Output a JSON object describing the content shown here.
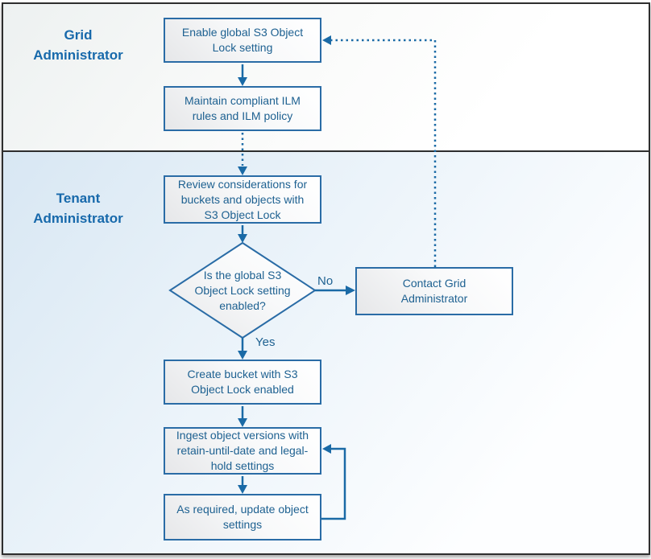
{
  "theme": {
    "line_blue": "#1a6aa6",
    "shape_border_blue": "#2a6ca6",
    "text_blue": "#1e6191",
    "lane_label_blue": "#1769ab",
    "frame_border": "#2e2e2e"
  },
  "lanes": {
    "grid": {
      "label": "Grid Administrator"
    },
    "tenant": {
      "label": "Tenant Administrator"
    }
  },
  "nodes": {
    "enable_lock": {
      "type": "process",
      "label": "Enable global S3 Object Lock setting"
    },
    "maintain_ilm": {
      "type": "process",
      "label": "Maintain compliant ILM rules and ILM policy"
    },
    "review_considerations": {
      "type": "process",
      "label": "Review considerations for buckets and objects with S3 Object Lock"
    },
    "lock_enabled_decision": {
      "type": "decision",
      "label": "Is the global S3 Object Lock setting enabled?"
    },
    "contact_grid_admin": {
      "type": "process",
      "label": "Contact Grid Administrator"
    },
    "create_bucket": {
      "type": "process",
      "label": "Create bucket with S3 Object Lock enabled"
    },
    "ingest_objects": {
      "type": "process",
      "label": "Ingest object versions with retain-until-date and legal-hold settings"
    },
    "update_settings": {
      "type": "process",
      "label": "As required, update object settings"
    }
  },
  "edge_labels": {
    "yes": "Yes",
    "no": "No"
  }
}
